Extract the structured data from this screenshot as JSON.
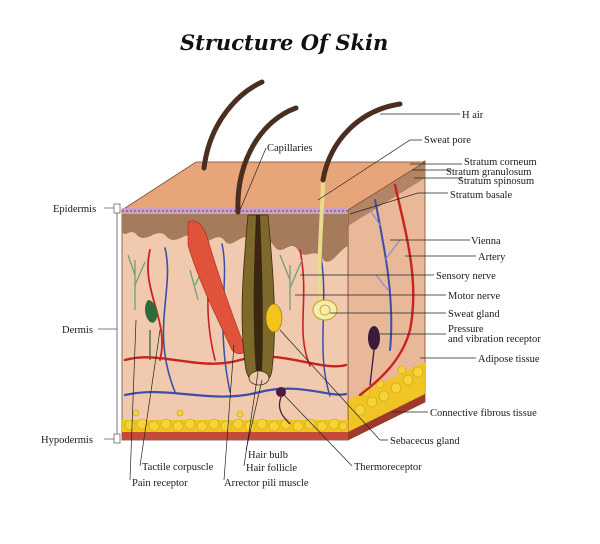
{
  "title": "Structure Of Skin",
  "labels": {
    "hair": "H air",
    "sweat_pore": "Sweat pore",
    "capillaries": "Capillaries",
    "stratum_corneum": "Stratum corneum",
    "stratum_granulosum": "Stratum granulosum",
    "stratum_spinosum": "Stratum spinosum",
    "stratum_basale": "Stratum basale",
    "vienna": "Vienna",
    "artery": "Artery",
    "sensory_nerve": "Sensory nerve",
    "motor_nerve": "Motor nerve",
    "sweat_gland": "Sweat gland",
    "pressure": "Pressure",
    "vibration_receptor": "and vibration receptor",
    "adipose_tissue": "Adipose tissue",
    "connective_tissue": "Connective fibrous tissue",
    "sebaceous_gland": "Sebacecus gland",
    "thermoreceptor": "Thermoreceptor",
    "hair_bulb": "Hair bulb",
    "hair_follicle": "Hair follicle",
    "arrector_pili": "Arrector pili muscle",
    "tactile_corpuscle": "Tactile corpuscle",
    "pain_receptor": "Pain receptor",
    "epidermis": "Epidermis",
    "dermis": "Dermis",
    "hypodermis": "Hypodermis"
  },
  "colors": {
    "skin_top": "#e8a57a",
    "dermis": "#f0c9ae",
    "epidermis_brown": "#a57b5c",
    "hair": "#4a2e1f",
    "artery": "#c8231e",
    "vein": "#3b4fa8",
    "fat": "#f2c51a",
    "nerve_green": "#6fa077",
    "muscle": "#e0533a"
  }
}
